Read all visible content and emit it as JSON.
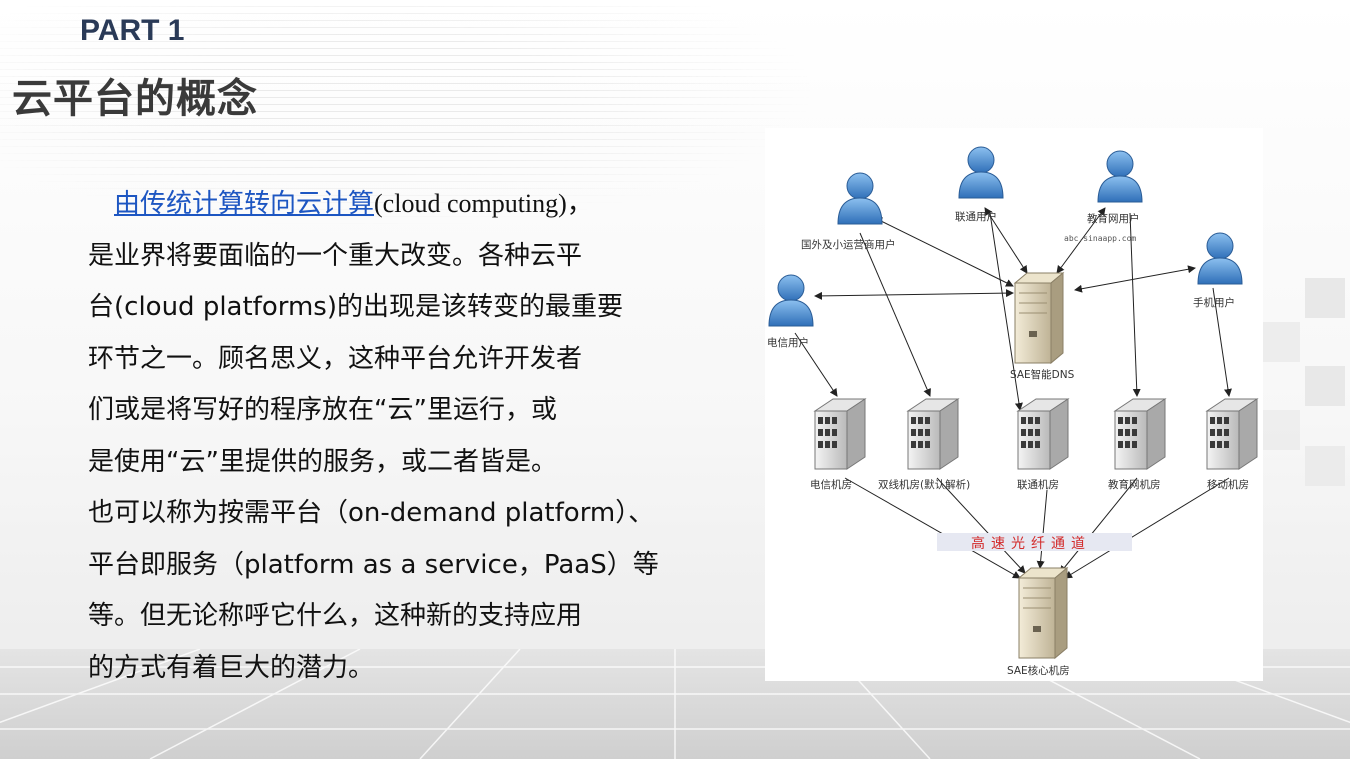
{
  "header": {
    "part": "PART 1",
    "title": "云平台的概念"
  },
  "body": {
    "link_text": "由传统计算转向云计算",
    "segments": [
      "(cloud computing)，",
      "是业界将要面临的一个重大改变。各种云平",
      "台(cloud platforms)的出现是该转变的最重要",
      "环节之一。顾名思义，这种平台允许开发者",
      "们或是将写好的程序放在“云”里运行，或",
      "是使用“云”里提供的服务，或二者皆是。",
      "也可以称为按需平台（on-demand platform）、",
      "平台即服务（platform as a service，PaaS）等",
      "等。但无论称呼它什么，这种新的支持应用",
      "的方式有着巨大的潜力。"
    ]
  },
  "diagram": {
    "users": {
      "telecom": "电信用户",
      "foreign": "国外及小运营商用户",
      "unicom": "联通用户",
      "edu": "教育网用户",
      "mobile": "手机用户"
    },
    "url": "abc.sinaapp.com",
    "dns": "SAE智能DNS",
    "rooms": [
      "电信机房",
      "双线机房(默认解析)",
      "联通机房",
      "教育网机房",
      "移动机房"
    ],
    "band": "高速光纤通道",
    "core": "SAE核心机房",
    "colors": {
      "user": "#4d8fd1",
      "server": "#d9cfb5",
      "band_text": "#d32a2a",
      "band_bg": "#e6e8f2"
    }
  }
}
